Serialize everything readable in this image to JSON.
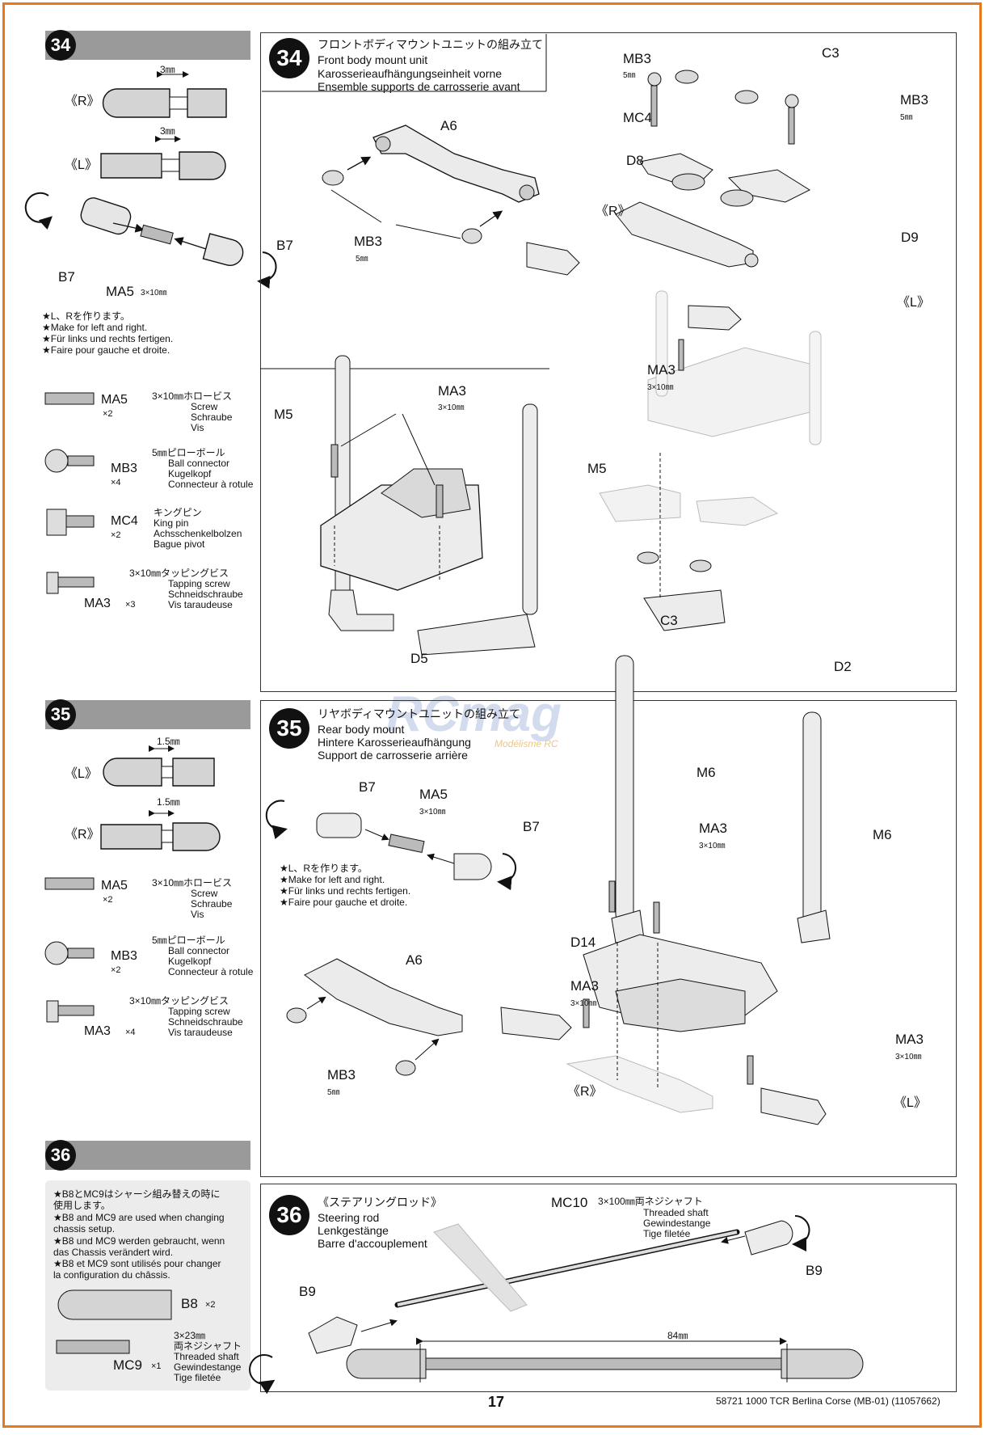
{
  "steps": {
    "s34": {
      "number": "34",
      "title_jp": "フロントボディマウントユニットの組み立て",
      "title_en": "Front body mount unit",
      "title_de": "Karosserieaufhängungseinheit vorne",
      "title_fr": "Ensemble supports de carrosserie avant",
      "gap": "3㎜",
      "side_r": "《R》",
      "side_l": "《L》",
      "b7": "B7",
      "ma5": "MA5",
      "ma5_size": "3×10㎜",
      "note_jp": "★L、Rを作ります。",
      "note_en": "★Make for left and right.",
      "note_de": "★Für links und rechts fertigen.",
      "note_fr": "★Faire pour gauche et droite.",
      "labels": {
        "a6": "A6",
        "mb3": "MB3",
        "mb3_size": "5㎜",
        "c3": "C3",
        "mc4": "MC4",
        "d8": "D8",
        "d9": "D9",
        "ma3": "MA3",
        "ma3_size": "3×10㎜",
        "m5": "M5",
        "d5": "D5",
        "d2": "D2"
      },
      "parts": [
        {
          "code": "MA5",
          "count": "×2",
          "jp": "3×10㎜ホロービス",
          "en": "Screw",
          "de": "Schraube",
          "fr": "Vis"
        },
        {
          "code": "MB3",
          "count": "×4",
          "jp": "5㎜ピローボール",
          "en": "Ball connector",
          "de": "Kugelkopf",
          "fr": "Connecteur à rotule"
        },
        {
          "code": "MC4",
          "count": "×2",
          "jp": "キングピン",
          "en": "King pin",
          "de": "Achsschenkelbolzen",
          "fr": "Bague pivot"
        },
        {
          "code": "MA3",
          "count": "×3",
          "jp": "3×10㎜タッピングビス",
          "en": "Tapping screw",
          "de": "Schneidschraube",
          "fr": "Vis taraudeuse"
        }
      ]
    },
    "s35": {
      "number": "35",
      "title_jp": "リヤボディマウントユニットの組み立て",
      "title_en": "Rear body mount",
      "title_de": "Hintere Karosserieaufhängung",
      "title_fr": "Support de carrosserie arrière",
      "gap": "1.5㎜",
      "side_l": "《L》",
      "side_r": "《R》",
      "b7": "B7",
      "ma5": "MA5",
      "ma5_size": "3×10㎜",
      "note_jp": "★L、Rを作ります。",
      "note_en": "★Make for left and right.",
      "note_de": "★Für links und rechts fertigen.",
      "note_fr": "★Faire pour gauche et droite.",
      "labels": {
        "a6": "A6",
        "mb3": "MB3",
        "mb3_size": "5㎜",
        "m6": "M6",
        "ma3": "MA3",
        "ma3_size": "3×10㎜",
        "d14": "D14"
      },
      "parts": [
        {
          "code": "MA5",
          "count": "×2",
          "jp": "3×10㎜ホロービス",
          "en": "Screw",
          "de": "Schraube",
          "fr": "Vis"
        },
        {
          "code": "MB3",
          "count": "×2",
          "jp": "5㎜ピローボール",
          "en": "Ball connector",
          "de": "Kugelkopf",
          "fr": "Connecteur à rotule"
        },
        {
          "code": "MA3",
          "count": "×4",
          "jp": "3×10㎜タッピングビス",
          "en": "Tapping screw",
          "de": "Schneidschraube",
          "fr": "Vis taraudeuse"
        }
      ]
    },
    "s36": {
      "number": "36",
      "title_jp": "《ステアリングロッド》",
      "title_en": "Steering rod",
      "title_de": "Lenkgestänge",
      "title_fr": "Barre d'accouplement",
      "note_jp1": "★B8とMC9はシャーシ組み替えの時に",
      "note_jp2": "使用します。",
      "note_en1": "★B8 and MC9 are used when changing",
      "note_en2": "chassis setup.",
      "note_de1": "★B8 und MC9 werden gebraucht, wenn",
      "note_de2": "das Chassis verändert wird.",
      "note_fr1": "★B8 et MC9 sont utilisés pour changer",
      "note_fr2": "la configuration du châssis.",
      "b8": "B8",
      "b8_count": "×2",
      "mc9": "MC9",
      "mc9_count": "×1",
      "mc9_jp1": "3×23㎜",
      "mc9_jp2": "両ネジシャフト",
      "mc9_en": "Threaded shaft",
      "mc9_de": "Gewindestange",
      "mc9_fr": "Tige filetée",
      "mc10": "MC10",
      "mc10_jp": "3×100㎜両ネジシャフト",
      "mc10_en": "Threaded shaft",
      "mc10_de": "Gewindestange",
      "mc10_fr": "Tige filetée",
      "b9": "B9",
      "length": "84㎜"
    }
  },
  "watermark": {
    "main": "RCmag",
    "sub": "Modélisme RC"
  },
  "footer": {
    "page": "17",
    "ref": "58721 1000 TCR Berlina Corse (MB-01) (11057662)"
  },
  "colors": {
    "frame": "#e8781c",
    "bar": "#9a9a9a",
    "part": "#d4d4d4"
  }
}
